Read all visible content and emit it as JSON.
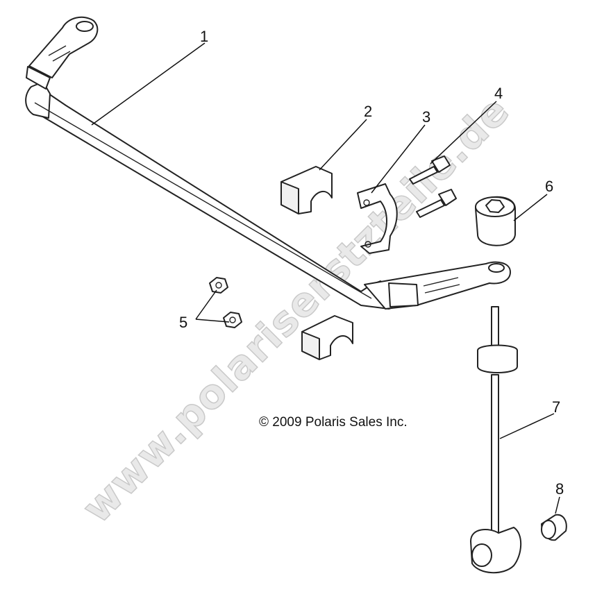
{
  "watermark": "www.polariserstzteile.de",
  "copyright": "© 2009 Polaris Sales Inc.",
  "callouts": [
    "1",
    "2",
    "3",
    "4",
    "5",
    "6",
    "7",
    "8"
  ]
}
